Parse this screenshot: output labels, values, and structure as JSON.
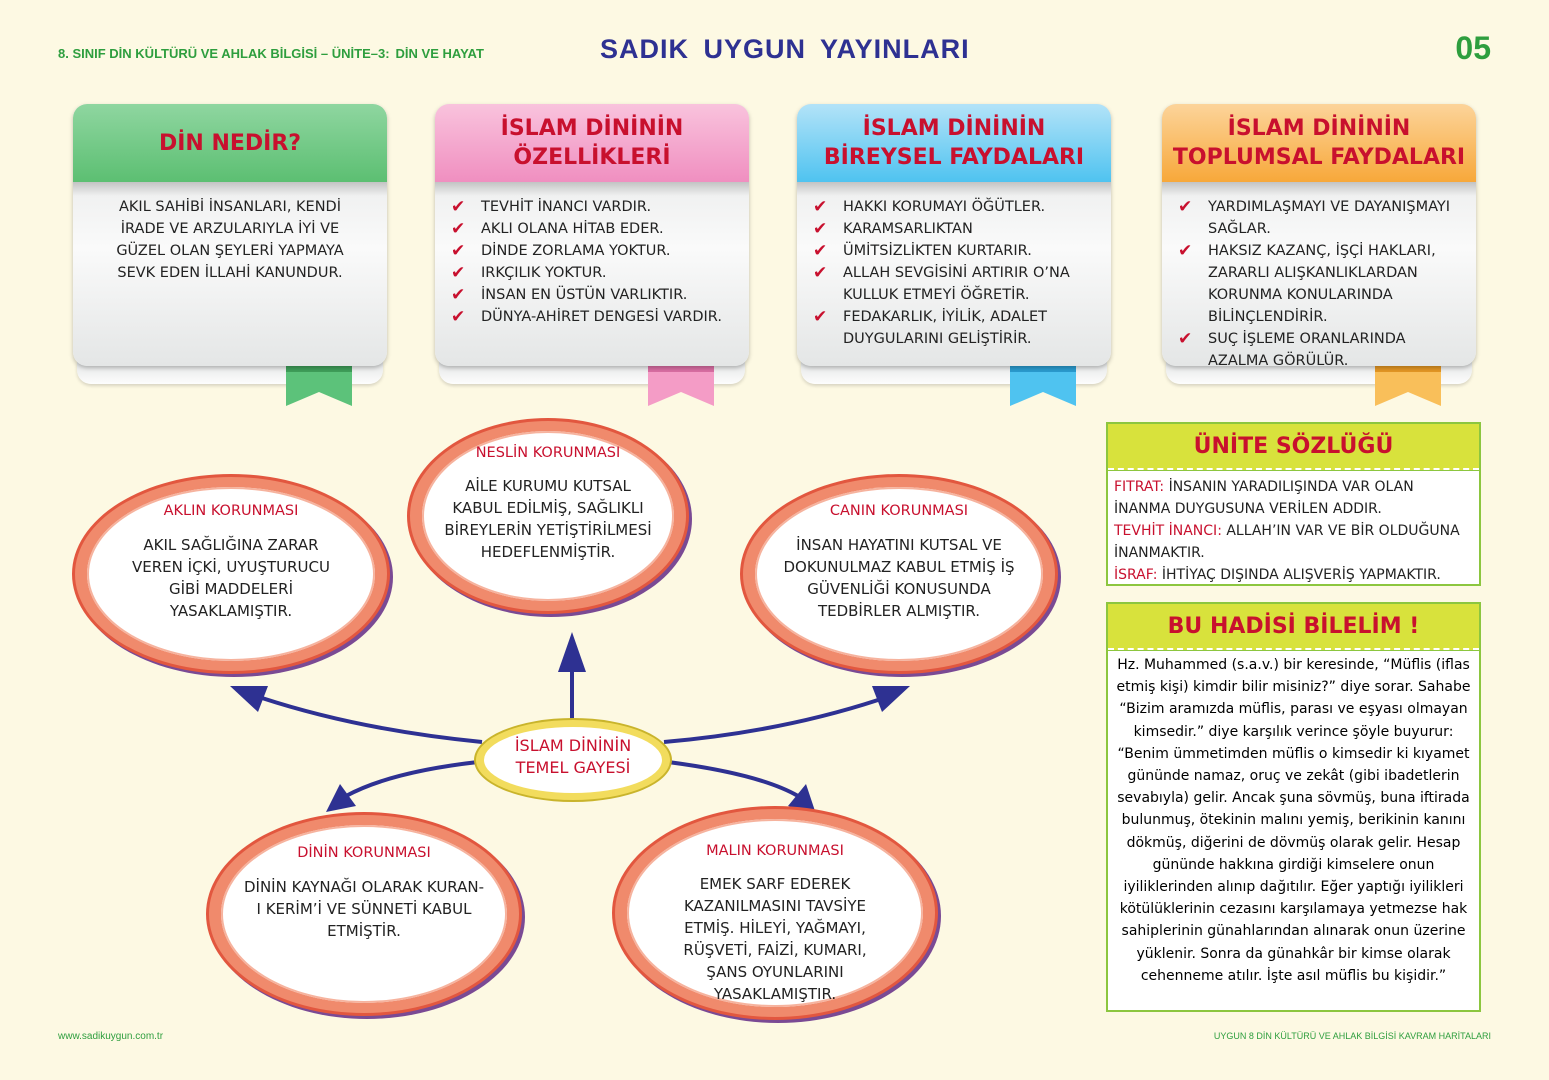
{
  "header": {
    "left": "8. SINIF DİN KÜLTÜRÜ VE AHLAK BİLGİSİ – ÜNİTE–3:",
    "left_sub": "DİN VE HAYAT",
    "title": "SADIK  UYGUN  YAYINLARI",
    "page_number": "05"
  },
  "footer": {
    "left": "www.sadikuygun.com.tr",
    "right": "UYGUN 8 DİN KÜLTÜRÜ VE AHLAK BİLGİSİ KAVRAM HARİTALARI"
  },
  "colors": {
    "green": "#2e9e3e",
    "navy": "#2e3192",
    "red": "#c8102e",
    "pink": "#f08fc0",
    "blue": "#3fb7ec",
    "orange": "#f7a83a"
  },
  "cards": [
    {
      "title": "DİN NEDİR?",
      "text": "AKIL SAHİBİ İNSANLARI, KENDİ İRADE VE ARZULARIYLA İYİ VE GÜZEL OLAN ŞEYLERİ YAPMAYA SEVK EDEN İLLAHİ KANUNDUR."
    },
    {
      "title_line1": "İSLAM DİNİNİN",
      "title_line2": "ÖZELLİKLERİ",
      "items": [
        "TEVHİT İNANCI VARDIR.",
        "AKLI OLANA HİTAB EDER.",
        "DİNDE ZORLAMA YOKTUR.",
        "IRKÇILIK YOKTUR.",
        "İNSAN EN ÜSTÜN VARLIKTIR.",
        "DÜNYA-AHİRET DENGESİ VARDIR."
      ]
    },
    {
      "title_line1": "İSLAM DİNİNİN",
      "title_line2": "BİREYSEL FAYDALARI",
      "items": [
        "HAKKI KORUMAYI ÖĞÜTLER.",
        "KARAMSARLIKTAN",
        "ÜMİTSİZLİKTEN KURTARIR.",
        "ALLAH SEVGİSİNİ ARTIRIR O’NA KULLUK ETMEYİ ÖĞRETİR.",
        "FEDAKARLIK, İYİLİK, ADALET DUYGULARINI GELİŞTİRİR."
      ]
    },
    {
      "title_line1": "İSLAM DİNİNİN",
      "title_line2": "TOPLUMSAL FAYDALARI",
      "items": [
        "YARDIMLAŞMAYI VE DAYANIŞMAYI SAĞLAR.",
        "HAKSIZ KAZANÇ, İŞÇİ HAKLARI, ZARARLI ALIŞKANLIKLARDAN KORUNMA KONULARINDA BİLİNÇLENDİRİR.",
        "SUÇ İŞLEME ORANLARINDA AZALMA GÖRÜLÜR."
      ]
    }
  ],
  "check_mark": "✔",
  "center": {
    "line1": "İSLAM DİNİNİN",
    "line2": "TEMEL GAYESİ"
  },
  "ovals": {
    "nesil": {
      "title": "NESLİN KORUNMASI",
      "text": "AİLE KURUMU KUTSAL KABUL EDİLMİŞ, SAĞLIKLI BİREYLERİN YETİŞTİRİLMESİ HEDEFLENMİŞTİR."
    },
    "akil": {
      "title": "AKLIN KORUNMASI",
      "text": "AKIL SAĞLIĞINA ZARAR VEREN İÇKİ, UYUŞTURUCU GİBİ MADDELERİ YASAKLAMIŞTIR."
    },
    "can": {
      "title": "CANIN KORUNMASI",
      "text": "İNSAN HAYATINI KUTSAL VE DOKUNULMAZ KABUL ETMİŞ İŞ GÜVENLİĞİ KONUSUNDA TEDBİRLER ALMIŞTIR."
    },
    "din": {
      "title": "DİNİN KORUNMASI",
      "text": "DİNİN KAYNAĞI OLARAK KURAN-I KERİM’İ VE SÜNNETİ KABUL ETMİŞTİR."
    },
    "mal": {
      "title": "MALIN KORUNMASI",
      "text": "EMEK SARF EDEREK KAZANILMASINI TAVSİYE ETMİŞ. HİLEYİ,  YAĞMAYI, RÜŞVETİ, FAİZİ,  KUMARI, ŞANS OYUNLARINI YASAKLAMIŞTIR."
    }
  },
  "sozluk": {
    "title": "ÜNİTE SÖZLÜĞÜ",
    "entries": [
      {
        "term": "FITRAT:",
        "def": " İNSANIN YARADILIŞINDA VAR OLAN İNANMA DUYGUSUNA VERİLEN ADDIR."
      },
      {
        "term": "TEVHİT İNANCI:",
        "def": " ALLAH’IN VAR VE BİR OLDUĞUNA İNANMAKTIR."
      },
      {
        "term": "İSRAF:",
        "def": " İHTİYAÇ DIŞINDA ALIŞVERİŞ YAPMAKTIR."
      }
    ]
  },
  "hadis": {
    "title": "BU HADİSİ BİLELİM !",
    "text": "Hz. Muhammed (s.a.v.) bir keresinde, “Müflis (iflas etmiş kişi) kimdir bilir misiniz?” diye sorar. Sahabe “Bizim aramızda müflis, parası ve eşyası olmayan kimsedir.” diye karşılık verince şöyle buyurur: “Benim ümmetimden müflis o kimsedir ki kıyamet gününde namaz, oruç ve zekât (gibi ibadetlerin sevabıyla) gelir. Ancak şuna sövmüş, buna iftirada bulunmuş, ötekinin malını yemiş, berikinin kanını dökmüş, diğerini de dövmüş olarak gelir. Hesap gününde hakkına girdiği kimselere onun iyiliklerinden alınıp dağıtılır. Eğer yaptığı iyilikleri kötülüklerinin cezasını karşılamaya yetmezse hak sahiplerinin günahlarından alınarak onun üzerine yüklenir. Sonra da günahkâr bir kimse olarak cehenneme atılır. İşte asıl müflis bu kişidir.”"
  }
}
